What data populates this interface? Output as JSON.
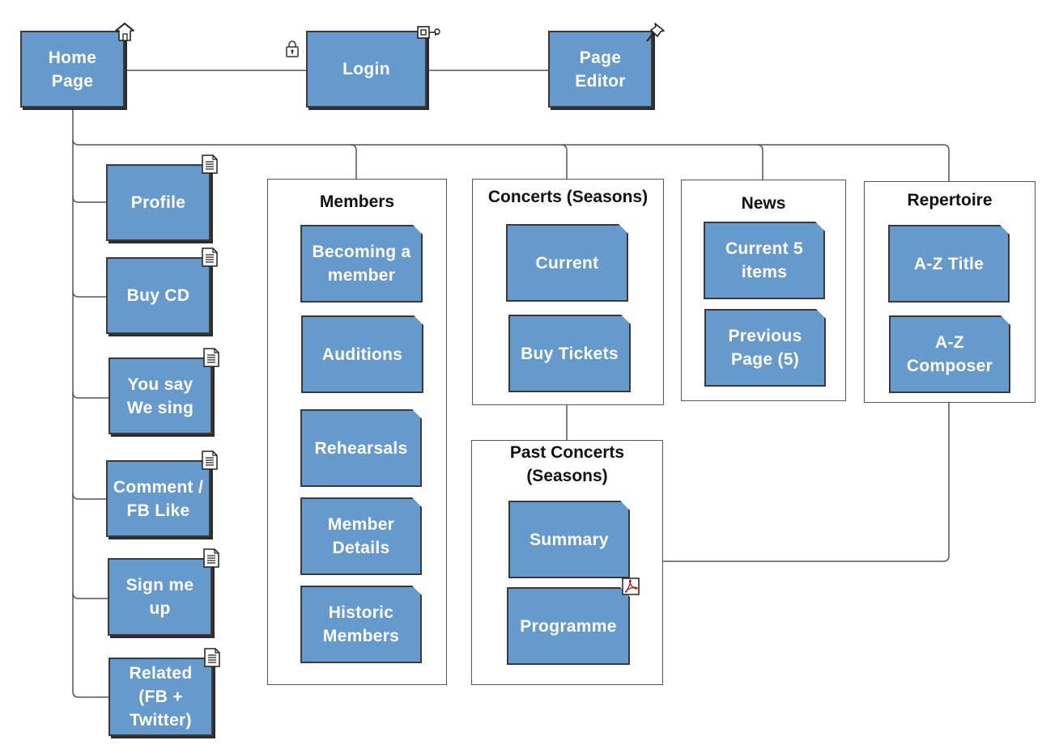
{
  "top": {
    "home": "Home Page",
    "login": "Login",
    "editor": "Page Editor"
  },
  "sidebar": [
    "Profile",
    "Buy CD",
    "You say We sing",
    "Comment / FB Like",
    "Sign me up",
    "Related (FB + Twitter)"
  ],
  "groups": {
    "members": {
      "title": "Members",
      "items": [
        "Becoming a member",
        "Auditions",
        "Rehearsals",
        "Member Details",
        "Historic Members"
      ]
    },
    "concerts": {
      "title": "Concerts (Seasons)",
      "items": [
        "Current",
        "Buy Tickets"
      ]
    },
    "past": {
      "title": "Past Concerts (Seasons)",
      "items": [
        "Summary",
        "Programme"
      ]
    },
    "news": {
      "title": "News",
      "items": [
        "Current 5 items",
        "Previous Page (5)"
      ]
    },
    "repertoire": {
      "title": "Repertoire",
      "items": [
        "A-Z Title",
        "A-Z Composer"
      ]
    }
  },
  "icons": {
    "home": "house-icon",
    "login": "key-icon",
    "lock": "lock-icon",
    "editor": "pin-icon",
    "page": "document-icon",
    "pdf": "pdf-icon"
  },
  "colors": {
    "node_fill": "#6699cc",
    "node_border": "#3a3a3a",
    "line": "#555555"
  }
}
